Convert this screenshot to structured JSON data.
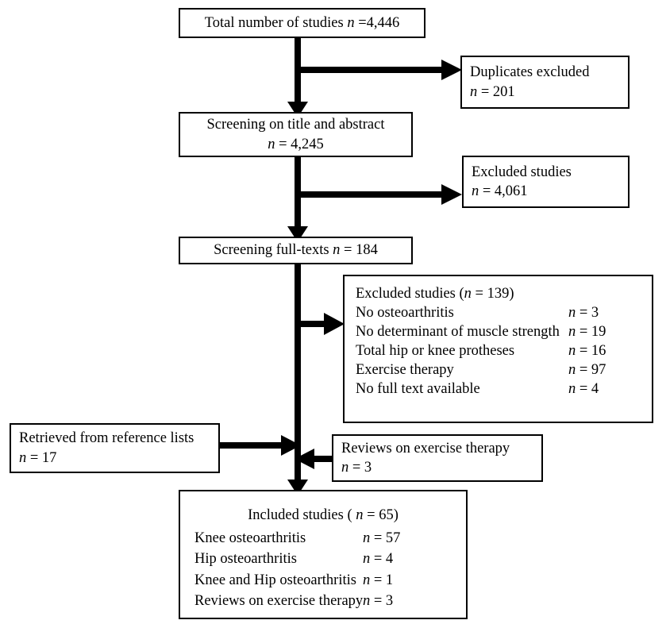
{
  "diagram": {
    "title": "Study selection flow diagram",
    "colors": {
      "stroke": "#000000",
      "background": "#ffffff",
      "text": "#000000"
    },
    "nodes": {
      "total_studies": {
        "name": "Total number of studies",
        "line1": "Total number of studies n =4,446",
        "label": "Total number of studies",
        "n_label": "n",
        "n_value": "=4,446"
      },
      "duplicates_excluded": {
        "label": "Duplicates excluded",
        "n_label": "n",
        "n_value": "= 201"
      },
      "screening_title_abstract": {
        "label": "Screening on title and abstract",
        "n_label": "n",
        "n_value": "= 4,245"
      },
      "excluded_studies": {
        "label": "Excluded studies",
        "n_label": "n",
        "n_value": "= 4,061"
      },
      "screening_full_texts": {
        "label": "Screening full-texts",
        "n_label": "n",
        "n_value": "= 184"
      },
      "excluded_detail": {
        "header_label": "Excluded studies (",
        "header_n": "n",
        "header_value": "= 139)",
        "rows": [
          {
            "label": "No osteoarthritis",
            "n_label": "n",
            "n_value": "= 3"
          },
          {
            "label": "No determinant of muscle strength",
            "n_label": "n",
            "n_value": "= 19"
          },
          {
            "label": "Total hip or knee protheses",
            "n_label": "n",
            "n_value": "= 16"
          },
          {
            "label": "Exercise therapy",
            "n_label": "n",
            "n_value": "= 97"
          },
          {
            "label": "No full text available",
            "n_label": "n",
            "n_value": "= 4"
          }
        ]
      },
      "retrieved_reference_lists": {
        "label": "Retrieved from reference lists",
        "n_label": "n",
        "n_value": "= 17"
      },
      "reviews_exercise_therapy": {
        "label": "Reviews on exercise therapy",
        "n_label": "n",
        "n_value": "= 3"
      },
      "included_studies": {
        "header_label": "Included studies (",
        "header_n": "n",
        "header_value": "= 65)",
        "rows": [
          {
            "label": "Knee osteoarthritis",
            "n_label": "n",
            "n_value": "= 57"
          },
          {
            "label": "Hip osteoarthritis",
            "n_label": "n",
            "n_value": "= 4"
          },
          {
            "label": "Knee and Hip osteoarthritis",
            "n_label": "n",
            "n_value": "= 1"
          },
          {
            "label": "Reviews on exercise therapy",
            "n_label": "n",
            "n_value": "= 3"
          }
        ]
      }
    }
  }
}
